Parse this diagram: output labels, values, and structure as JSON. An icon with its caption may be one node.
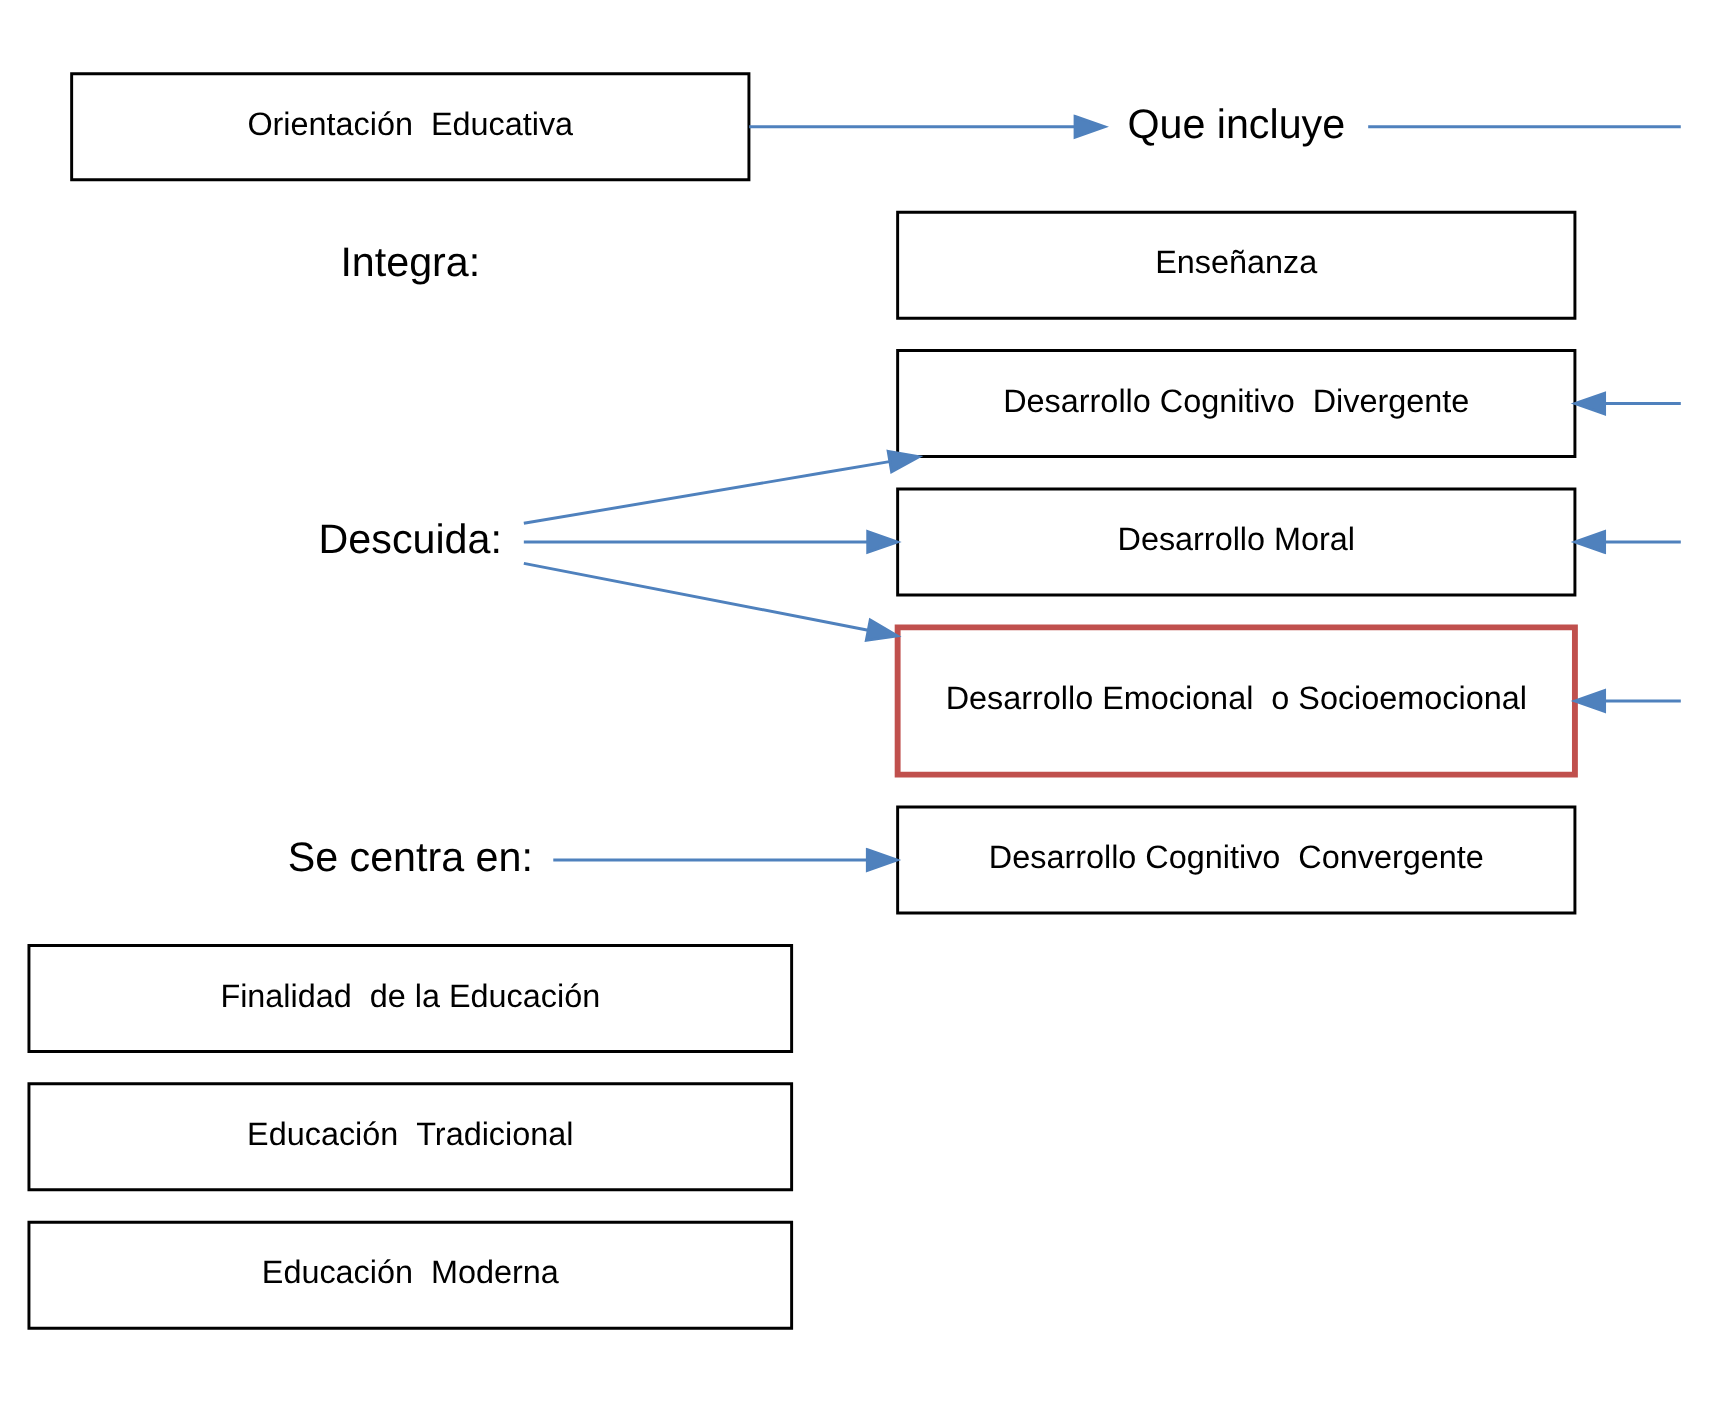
{
  "diagram": {
    "nodes": [
      {
        "text": [
          "Finalidad  de la Educación"
        ]
      },
      {
        "text": [
          "Educación  Tradicional"
        ]
      },
      {
        "text": [
          "Se centra en:"
        ]
      },
      {
        "text": [
          "Desarrollo Cognitivo  Convergente"
        ]
      },
      {
        "text": [
          "Desarrollo Cognitivo  Divergente"
        ]
      },
      {
        "text": [
          "Descuida:"
        ]
      },
      {
        "text": [
          "Desarrollo Moral"
        ]
      },
      {
        "text": [
          "Desarrollo Emocional  o Socioemocional"
        ]
      },
      {
        "text": [
          "Educación  Moderna"
        ]
      },
      {
        "text": [
          "Enseñanza"
        ]
      },
      {
        "text": [
          "Orientación  Educativa"
        ]
      },
      {
        "text": [
          "Que incluye"
        ]
      }
    ],
    "edges": [
      {
        "from": 2,
        "to": 3,
        "arrow": "to"
      },
      {
        "from": 5,
        "to": 4,
        "arrow": "to"
      },
      {
        "from": 5,
        "to": 6,
        "arrow": "to"
      },
      {
        "from": 5,
        "to": 7,
        "arrow": "to"
      },
      {
        "from": null,
        "to": 4,
        "arrow": "to"
      },
      {
        "from": null,
        "to": 6,
        "arrow": "to"
      },
      {
        "from": null,
        "to": 7,
        "arrow": "to"
      },
      {
        "from": 10,
        "to": 11,
        "arrow": "to"
      },
      {
        "from": 11,
        "to": null,
        "arrow": "none"
      }
    ],
    "labels": [
      "Integra:"
    ]
  }
}
